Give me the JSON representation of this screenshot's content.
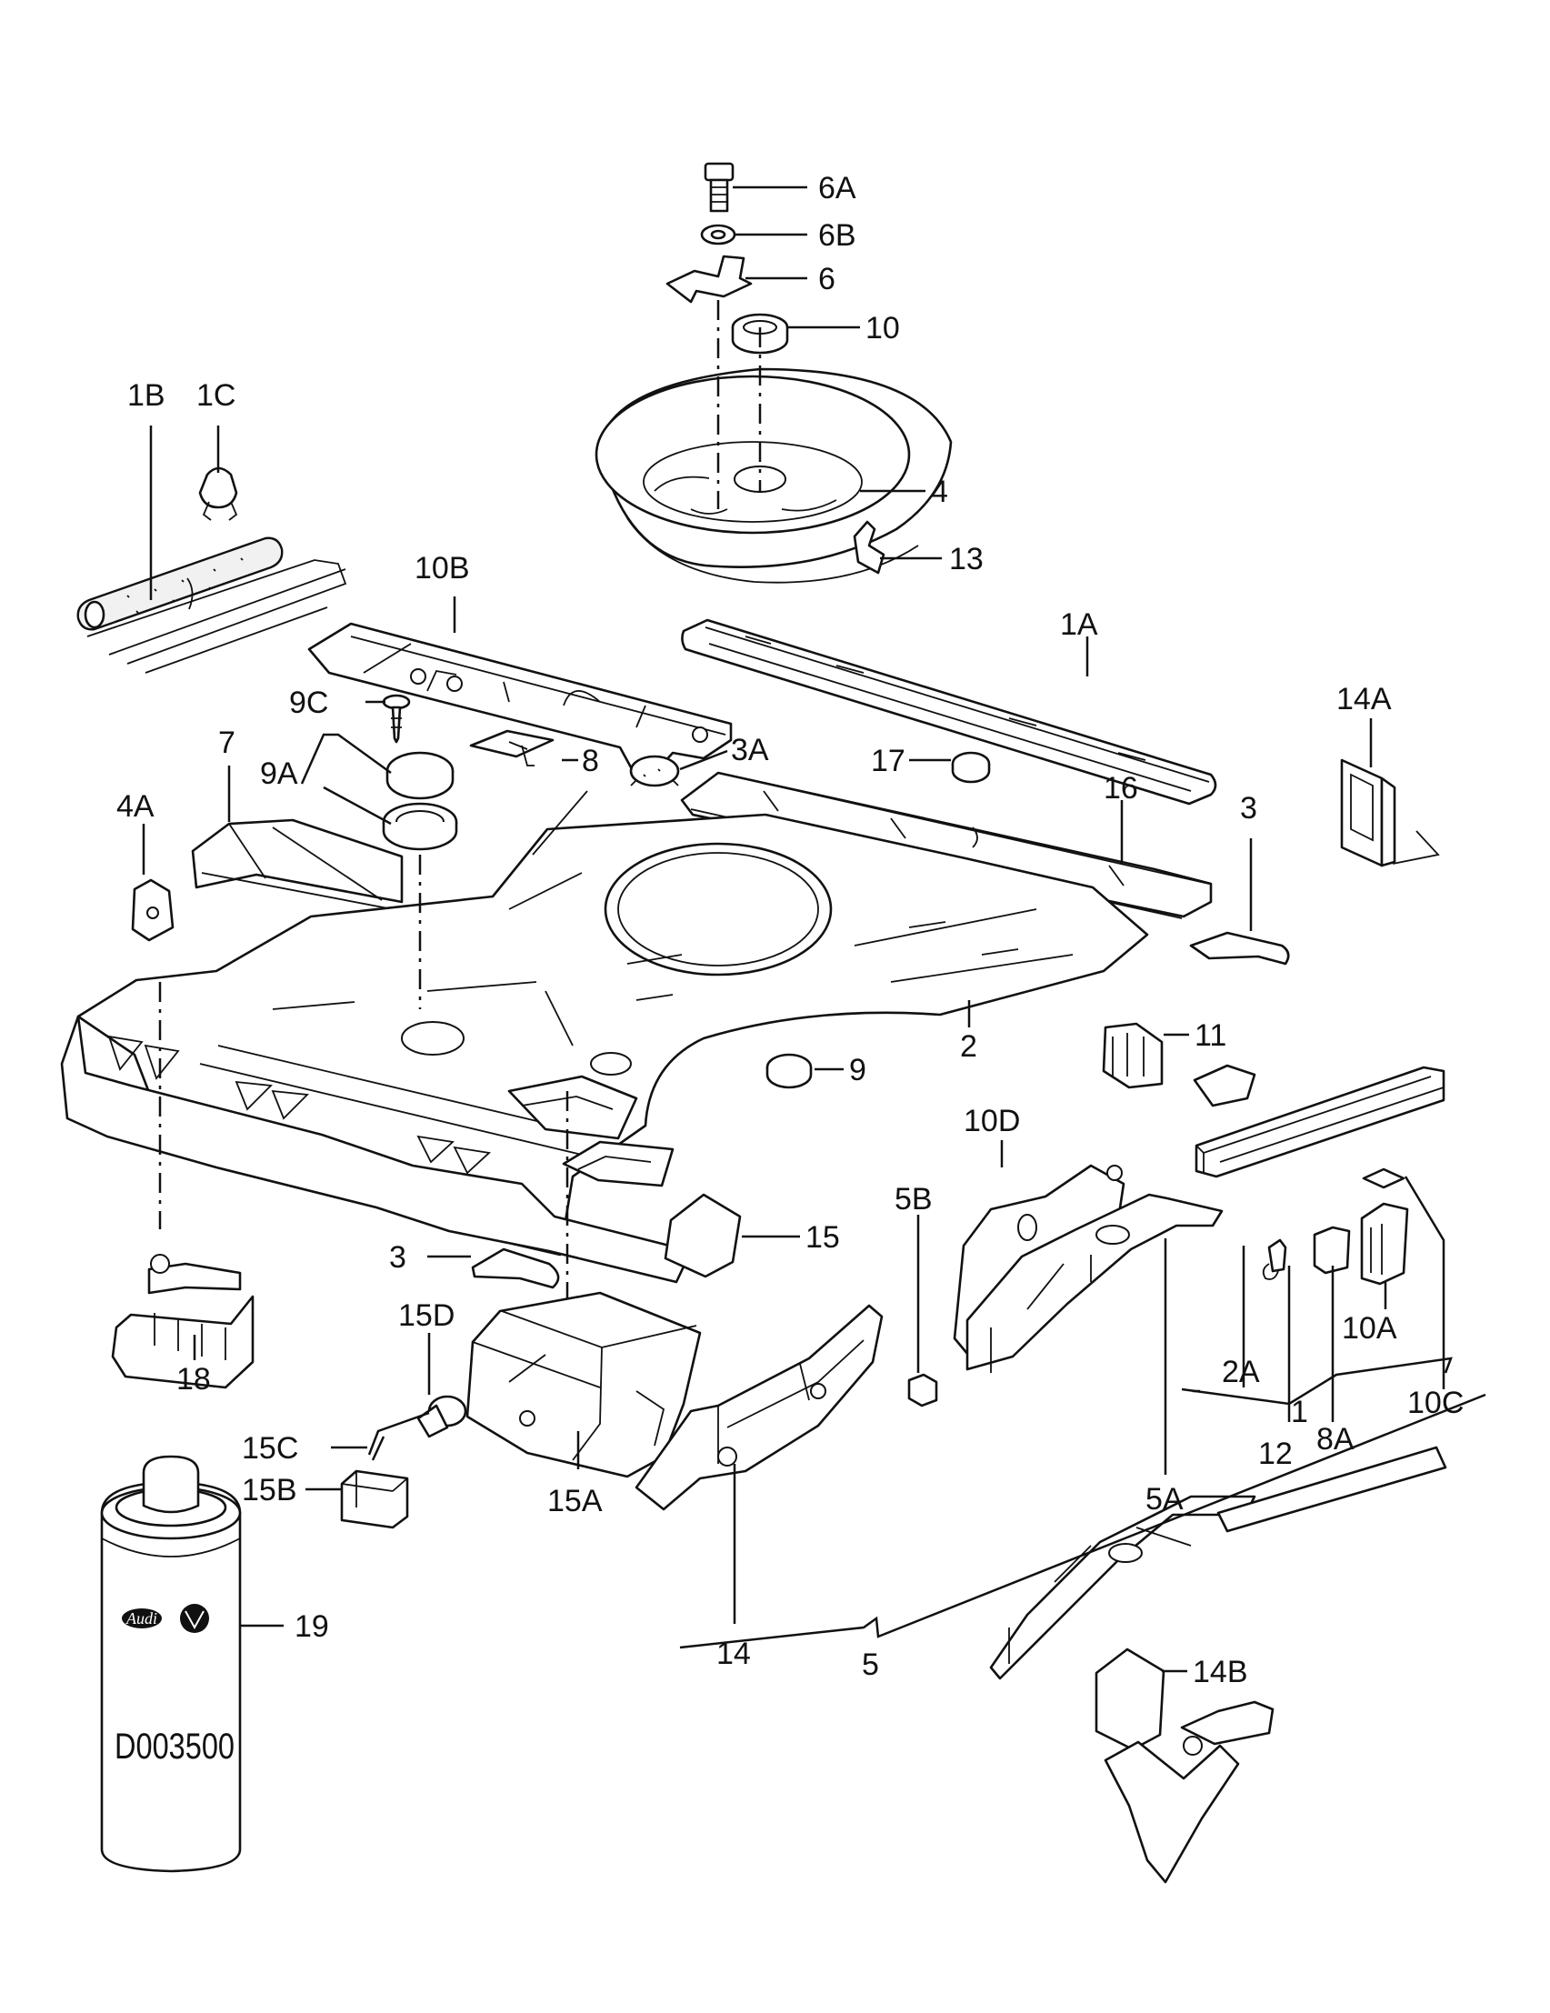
{
  "diagram": {
    "callouts": {
      "p6A": "6A",
      "p6B": "6B",
      "p6": "6",
      "p10": "10",
      "p4": "4",
      "p13": "13",
      "p1B": "1B",
      "p1C": "1C",
      "p10B": "10B",
      "p1A": "1A",
      "p14A": "14A",
      "p9C": "9C",
      "p9A": "9A",
      "p8": "8",
      "p3A": "3A",
      "p17": "17",
      "p16": "16",
      "p3_right": "3",
      "p7": "7",
      "p4A": "4A",
      "p2": "2",
      "p11": "11",
      "p9": "9",
      "p10D": "10D",
      "p15": "15",
      "p5B": "5B",
      "p3_left": "3",
      "p18": "18",
      "p15D": "15D",
      "p15C": "15C",
      "p15B": "15B",
      "p15A": "15A",
      "p19": "19",
      "p14": "14",
      "p5": "5",
      "p5A": "5A",
      "p2A": "2A",
      "p1": "1",
      "p12": "12",
      "p8A": "8A",
      "p10A": "10A",
      "p10C": "10C",
      "p14B": "14B"
    },
    "can_label": "D003500",
    "logo_audi": "Audi",
    "logo_vw": "VW"
  }
}
